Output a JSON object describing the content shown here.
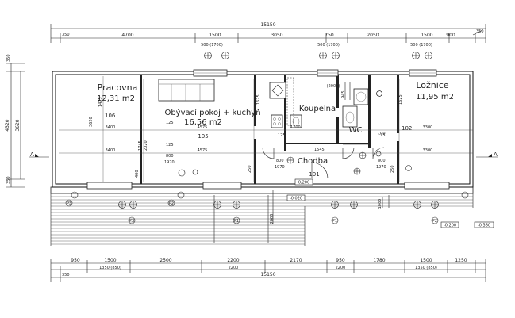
{
  "rooms": {
    "pracovna": {
      "name": "Pracovna",
      "area": "12,31 m2",
      "number": "106"
    },
    "obyvaci": {
      "name": "Obývací pokoj + kuchyň",
      "area": "16,56 m2",
      "number": "105"
    },
    "koupelna": {
      "name": "Koupelna"
    },
    "wc": {
      "name": "WC"
    },
    "loznice": {
      "name": "Ložnice",
      "area": "11,95 m2",
      "number": "102"
    },
    "chodba": {
      "name": "Chodba",
      "number": "101"
    }
  },
  "dims_top": {
    "overall": "15150",
    "left_offset": "350",
    "right_offset": "350",
    "segments": [
      "4700",
      "1500",
      "3050",
      "750",
      "2050",
      "1500",
      "900"
    ],
    "windows": [
      "500 (1700)",
      "500 (1700)",
      "500 (1700)"
    ]
  },
  "dims_bottom": {
    "overall": "15150",
    "left_offset": "350",
    "row1": [
      "950",
      "1500",
      "2500",
      "2200",
      "2170",
      "950",
      "1780",
      "1500",
      "1250"
    ],
    "row2": [
      "1350 (850)",
      "2200",
      "2200",
      "1350 (850)"
    ]
  },
  "dims_left": {
    "overall": "4320",
    "inner": "3620",
    "top_offset": "350",
    "bottom_offset": "350"
  },
  "section_marks": {
    "left": "A",
    "right": "A"
  },
  "levels": {
    "floor": "-0,020",
    "terrace": "-0,200",
    "ground": "-0,380",
    "step": "0,200",
    "wc_height": "(2000)"
  },
  "interior_dims": {
    "h1475": "1475",
    "h3620": "3620",
    "h2020": "2020",
    "h1745": "1745",
    "w3400a": "3400",
    "w3400b": "3400",
    "w4575a": "4575",
    "w4575b": "4575",
    "w3300a": "3300",
    "w3300b": "3300",
    "w125a": "125",
    "w125b": "125",
    "w125c": "125",
    "w125d": "125",
    "w800a": "800",
    "w800b": "800",
    "w800c": "800",
    "w1970a": "1970",
    "w1970b": "1970",
    "w1970c": "1970",
    "w1700": "1700",
    "w1545": "1545",
    "h1625a": "1625",
    "h1625b": "1625",
    "h945": "945",
    "w100": "100",
    "w250a": "250",
    "w250b": "250",
    "w400": "400",
    "w2000": "2000",
    "w1000": "1000"
  },
  "markers": [
    "P3",
    "P2",
    "P1",
    "P3",
    "P1",
    "P2"
  ]
}
